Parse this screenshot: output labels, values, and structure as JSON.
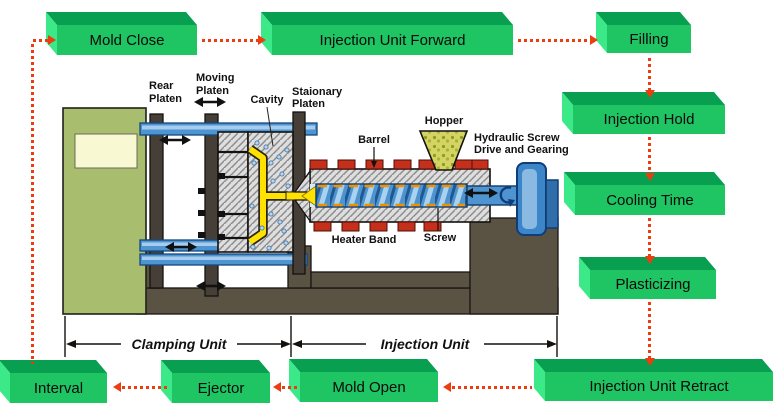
{
  "steps": {
    "mold_close": "Mold Close",
    "injection_unit_forward": "Injection Unit Forward",
    "filling": "Filling",
    "injection_hold": "Injection Hold",
    "cooling_time": "Cooling Time",
    "plasticizing": "Plasticizing",
    "injection_unit_retract": "Injection Unit Retract",
    "mold_open": "Mold Open",
    "ejector": "Ejector",
    "interval": "Interval"
  },
  "cycle_order": [
    "Mold Close",
    "Injection Unit Forward",
    "Filling",
    "Injection Hold",
    "Cooling Time",
    "Plasticizing",
    "Injection Unit Retract",
    "Mold Open",
    "Ejector",
    "Interval"
  ],
  "machine_labels": {
    "rear_platen_line1": "Rear",
    "rear_platen_line2": "Platen",
    "moving_platen_line1": "Moving",
    "moving_platen_line2": "Platen",
    "cavity": "Cavity",
    "stationary_platen_line1": "Staionary",
    "stationary_platen_line2": "Platen",
    "barrel": "Barrel",
    "hopper": "Hopper",
    "drive_line1": "Hydraulic Screw",
    "drive_line2": "Drive and Gearing",
    "heater_band": "Heater Band",
    "screw": "Screw"
  },
  "sections": {
    "clamping_unit": "Clamping Unit",
    "injection_unit": "Injection Unit"
  },
  "colors": {
    "step_block_front": "#1fc463",
    "step_block_top": "#089f50",
    "step_block_side": "#3ce989",
    "flow_arrow_red": "#ee3c11",
    "machine_base": "#5a5243",
    "platen_gray": "#453f37",
    "tie_bar_blue": "#4d94d0",
    "heater_band_red": "#c5301c",
    "melt_yellow": "#ffe200",
    "housing_olive": "#a9bd6e"
  }
}
